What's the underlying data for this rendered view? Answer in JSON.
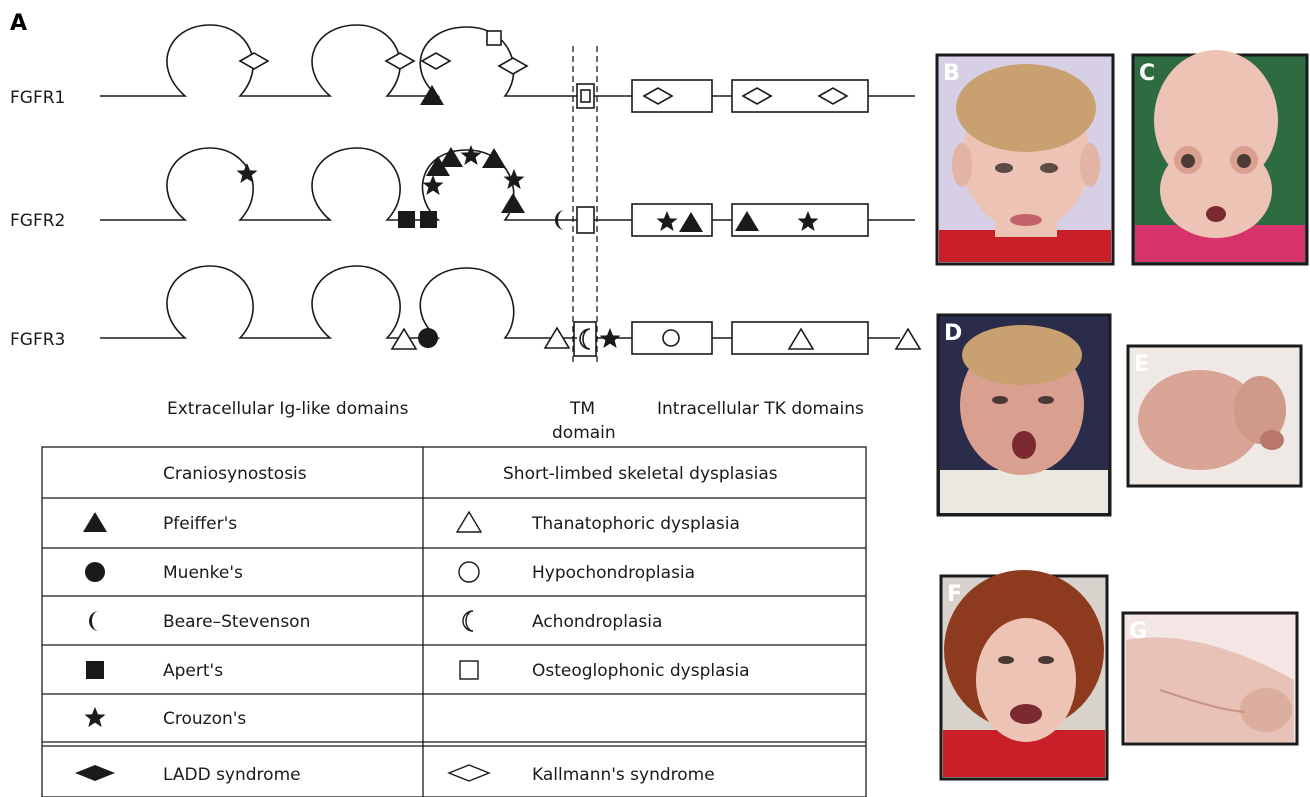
{
  "figure": {
    "panel_a_label": "A",
    "receptors": [
      "FGFR1",
      "FGFR2",
      "FGFR3"
    ],
    "domain_labels": {
      "extracellular": "Extracellular Ig-like domains",
      "tm_line1": "TM",
      "tm_line2": "domain",
      "intracellular": "Intracellular TK domains"
    }
  },
  "legend": {
    "left_header": "Craniosynostosis",
    "right_header": "Short-limbed skeletal dysplasias",
    "left_items": [
      {
        "symbol": "filled-triangle",
        "label": "Pfeiffer's"
      },
      {
        "symbol": "filled-circle",
        "label": "Muenke's"
      },
      {
        "symbol": "filled-crescent",
        "label": "Beare–Stevenson"
      },
      {
        "symbol": "filled-square",
        "label": "Apert's"
      },
      {
        "symbol": "filled-star",
        "label": "Crouzon's"
      },
      {
        "symbol": "filled-diamond",
        "label": "LADD syndrome"
      }
    ],
    "right_items": [
      {
        "symbol": "open-triangle",
        "label": "Thanatophoric dysplasia"
      },
      {
        "symbol": "open-circle",
        "label": "Hypochondroplasia"
      },
      {
        "symbol": "open-crescent",
        "label": "Achondroplasia"
      },
      {
        "symbol": "open-square",
        "label": "Osteoglophonic dysplasia"
      },
      {
        "symbol": "none",
        "label": ""
      },
      {
        "symbol": "open-diamond",
        "label": "Kallmann's syndrome"
      }
    ]
  },
  "photos": [
    {
      "letter": "B"
    },
    {
      "letter": "C"
    },
    {
      "letter": "D"
    },
    {
      "letter": "E"
    },
    {
      "letter": "F"
    },
    {
      "letter": "G"
    }
  ],
  "colors": {
    "ink": "#1a1a1a",
    "panel_border": "#1a1a1a",
    "skin_light": "#ecc3b4",
    "skin_mid": "#d9a090",
    "hair_blond": "#c9a070",
    "hair_red": "#8e3a1e",
    "bg_lavender": "#d7cfe6",
    "bg_green": "#2e6b40",
    "shirt_red": "#c81f28",
    "shirt_pink": "#d6336c"
  }
}
